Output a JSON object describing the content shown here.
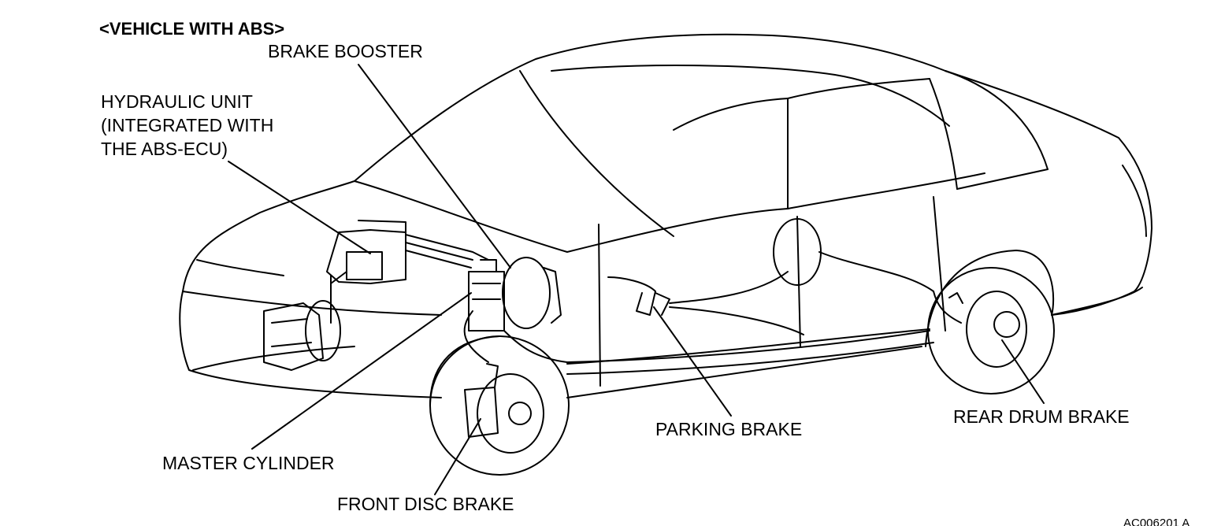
{
  "diagram": {
    "heading": "<VEHICLE WITH ABS>",
    "figure_code": "AC006201 A",
    "labels": {
      "brake_booster": "BRAKE BOOSTER",
      "hydraulic_unit_line1": "HYDRAULIC UNIT",
      "hydraulic_unit_line2": "(INTEGRATED WITH",
      "hydraulic_unit_line3": "THE ABS-ECU)",
      "master_cylinder": "MASTER CYLINDER",
      "front_disc_brake": "FRONT DISC BRAKE",
      "parking_brake": "PARKING BRAKE",
      "rear_drum_brake": "REAR DRUM BRAKE"
    },
    "colors": {
      "ink": "#000000",
      "paper": "#ffffff"
    }
  }
}
